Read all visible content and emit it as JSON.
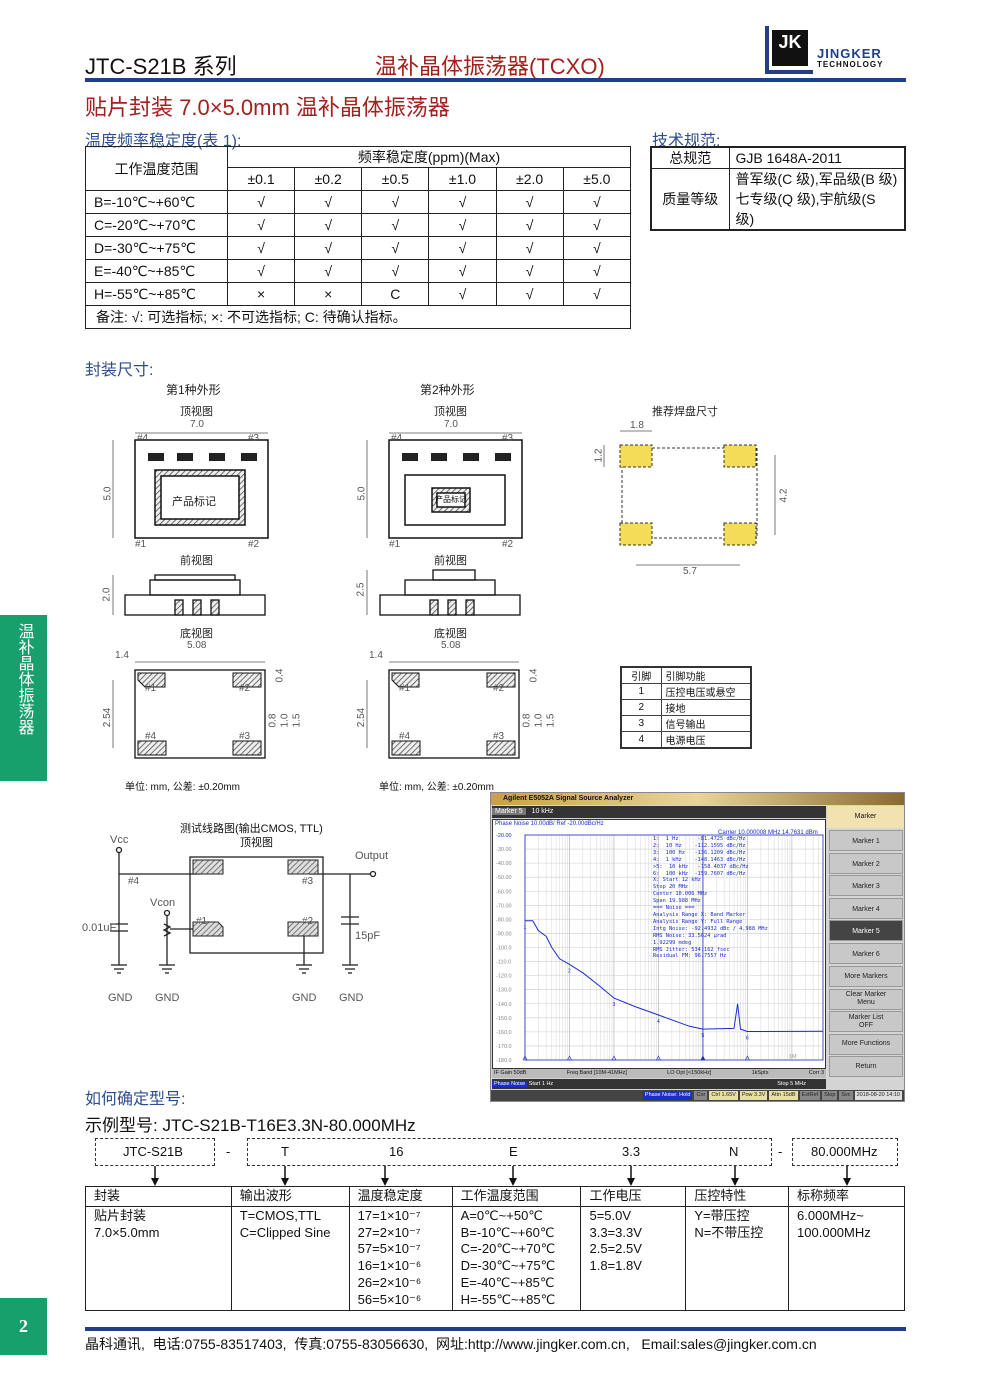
{
  "header": {
    "series": "JTC-S21B 系列",
    "product": "温补晶体振荡器(TCXO)",
    "logo_text": "JK JINGKER TECHNOLOGY",
    "brand": "JINGKER",
    "brand_sub": "TECHNOLOGY"
  },
  "subtitle": "贴片封装 7.0×5.0mm 温补晶体振荡器",
  "stability": {
    "title": "温度频率稳定度(表 1):",
    "range_header": "工作温度范围",
    "freq_header": "频率稳定度(ppm)(Max)",
    "cols": [
      "±0.1",
      "±0.2",
      "±0.5",
      "±1.0",
      "±2.0",
      "±5.0"
    ],
    "rows": [
      {
        "range": "B=-10℃~+60℃",
        "v": [
          "√",
          "√",
          "√",
          "√",
          "√",
          "√"
        ]
      },
      {
        "range": "C=-20℃~+70℃",
        "v": [
          "√",
          "√",
          "√",
          "√",
          "√",
          "√"
        ]
      },
      {
        "range": "D=-30℃~+75℃",
        "v": [
          "√",
          "√",
          "√",
          "√",
          "√",
          "√"
        ]
      },
      {
        "range": "E=-40℃~+85℃",
        "v": [
          "√",
          "√",
          "√",
          "√",
          "√",
          "√"
        ]
      },
      {
        "range": "H=-55℃~+85℃",
        "v": [
          "×",
          "×",
          "C",
          "√",
          "√",
          "√"
        ]
      }
    ],
    "note": "备注: √: 可选指标; ×: 不可选指标; C: 待确认指标。"
  },
  "tech": {
    "title": "技术规范:",
    "r1_label": "总规范",
    "r1_value": "GJB 1648A-2011",
    "r2_label": "质量等级",
    "r2_value1": "普军级(C 级),军品级(B 级)",
    "r2_value2": "七专级(Q 级),宇航级(S 级)"
  },
  "package": {
    "title": "封装尺寸:",
    "shape1": "第1种外形",
    "shape2": "第2种外形",
    "top_view": "顶视图",
    "front_view": "前视图",
    "bottom_view": "底视图",
    "marking": "产品标记",
    "pad_title": "推荐焊盘尺寸",
    "unit_note": "单位: mm, 公差: ±0.20mm",
    "dims": {
      "w": "7.0",
      "h": "5.0",
      "t1": "2.0",
      "t2": "2.5",
      "bw": "5.08",
      "b14": "1.4",
      "b254": "2.54",
      "b04": "0.4",
      "b08": "0.8",
      "b10": "1.0",
      "b15": "1.5",
      "p18": "1.8",
      "p12": "1.2",
      "p42": "4.2",
      "p57": "5.7"
    },
    "pins": {
      "p1": "#1",
      "p2": "#2",
      "p3": "#3",
      "p4": "#4"
    }
  },
  "pin_table": {
    "headers": [
      "引脚",
      "引脚功能"
    ],
    "rows": [
      [
        "1",
        "压控电压或悬空"
      ],
      [
        "2",
        "接地"
      ],
      [
        "3",
        "信号输出"
      ],
      [
        "4",
        "电源电压"
      ]
    ]
  },
  "circuit": {
    "title": "测试线路图(输出CMOS, TTL)",
    "subtitle": "顶视图",
    "vcc": "Vcc",
    "vcon": "Vcon",
    "output": "Output",
    "cap1": "0.01uF",
    "cap2": "15pF",
    "gnd": "GND"
  },
  "analyzer": {
    "title": "Agilent E5052A Signal Source Analyzer",
    "marker_label": "Marker 5",
    "marker_value": "10 kHz",
    "trace_header": "Phase Noise 10.00dB/ Ref -20.00dBc/Hz",
    "carrier": "Carrier 10.000008 MHz    14.7631 dBm",
    "yticks": [
      "-20.00",
      "-30.00",
      "-40.00",
      "-50.00",
      "-60.00",
      "-70.00",
      "-80.00",
      "-90.00",
      "-100.0",
      "-110.0",
      "-120.0",
      "-130.0",
      "-140.0",
      "-150.0",
      "-160.0",
      "-170.0",
      "-180.0"
    ],
    "readout": [
      "1:  1 Hz      -81.4725 dBc/Hz",
      "2:  10 Hz    -112.1595 dBc/Hz",
      "3:  100 Hz   -136.1209 dBc/Hz",
      "4:  1 kHz    -148.1463 dBc/Hz",
      ">5:  10 kHz   -158.4037 dBc/Hz",
      "6:  100 kHz  -159.7607 dBc/Hz",
      "X: Start 12 kHz",
      "Stop 20 MHz",
      "Center 10.006 MHz",
      "Span 19.988 MHz",
      "=== Noise ===",
      "Analysis Range X: Band Marker",
      "Analysis Range Y: Full Range",
      "Intg Noise: -92.4932 dBc / 4.988 MHz",
      "RMS Noise: 33.5624 µrad",
      "1.92299 mdeg",
      "RMS Jitter: 534.162 fsec",
      "Residual FM: 96.7557 Hz"
    ],
    "xtick_1m": "1M",
    "status1": [
      "IF Gain 50dB",
      "Freq Band [10M-41MHz]",
      "LO Opt [<150kHz]",
      "1kSpts",
      "Corr 3"
    ],
    "status2": {
      "mode": "Phase Noise",
      "start": "Start 1 Hz",
      "stop": "Stop 5 MHz"
    },
    "status3": [
      "Phase Noise: Hold",
      "Cor",
      "Ctrl 1.65V",
      "Pow 3.3V",
      "Attn 15dB",
      "ExtRef",
      "Stop",
      "Svc",
      "2018-08-20 14:10"
    ],
    "menu": {
      "title": "Marker",
      "items": [
        "Marker 1",
        "Marker 2",
        "Marker 3",
        "Marker 4",
        "Marker 5",
        "Marker 6"
      ],
      "more_markers": "More Markers",
      "clear1": "Clear Marker",
      "clear2": "Menu",
      "list": "Marker List",
      "list_value": "OFF",
      "more_functions": "More Functions",
      "return": "Return"
    },
    "trace_color": "#1a2ccc"
  },
  "model": {
    "title": "如何确定型号:",
    "example": "示例型号: JTC-S21B-T16E3.3N-80.000MHz",
    "parts": {
      "series": "JTC-S21B",
      "dash": "-",
      "t": "T",
      "stab": "16",
      "temp": "E",
      "volt": "3.3",
      "vc": "N",
      "freq": "80.000MHz"
    },
    "table": {
      "headers": [
        "封装",
        "输出波形",
        "温度稳定度",
        "工作温度范围",
        "工作电压",
        "压控特性",
        "标称频率"
      ],
      "cols": [
        [
          "贴片封装",
          "7.0×5.0mm"
        ],
        [
          "T=CMOS,TTL",
          "C=Clipped Sine"
        ],
        [
          "17=1×10⁻⁷",
          "27=2×10⁻⁷",
          "57=5×10⁻⁷",
          "16=1×10⁻⁶",
          "26=2×10⁻⁶",
          "56=5×10⁻⁶"
        ],
        [
          "A=0℃~+50℃",
          "B=-10℃~+60℃",
          "C=-20℃~+70℃",
          "D=-30℃~+75℃",
          "E=-40℃~+85℃",
          "H=-55℃~+85℃"
        ],
        [
          "5=5.0V",
          "3.3=3.3V",
          "2.5=2.5V",
          "1.8=1.8V"
        ],
        [
          "Y=带压控",
          "N=不带压控"
        ],
        [
          "6.000MHz~",
          "100.000MHz"
        ]
      ]
    }
  },
  "side_tab": "温补晶体振荡器",
  "page_number": "2",
  "footer": "晶科通讯,  电话:0755-83517403,  传真:0755-83056630,  网址:http://www.jingker.com.cn,   Email:sales@jingker.com.cn",
  "colors": {
    "accent_blue": "#1f3f8a",
    "title_red": "#a3201e",
    "side_green": "#17a06b",
    "pad_yellow": "#f3dc57"
  }
}
